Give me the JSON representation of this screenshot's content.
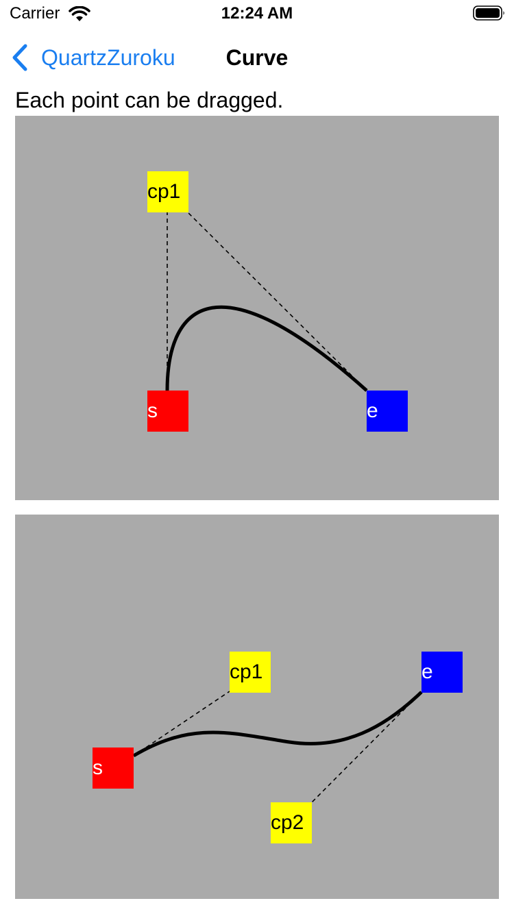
{
  "status_bar": {
    "carrier": "Carrier",
    "time": "12:24 AM"
  },
  "nav": {
    "back_label": "QuartzZuroku",
    "title": "Curve"
  },
  "instructions": "Each point can be dragged.",
  "colors": {
    "accent": "#1a7ef0",
    "canvas_bg": "#aaaaaa",
    "start_point": "#ff0000",
    "end_point": "#0000ff",
    "control_point": "#ffff00"
  },
  "canvases": [
    {
      "kind": "quadratic-curve",
      "start_label": "s",
      "end_label": "e",
      "cp1_label": "cp1"
    },
    {
      "kind": "cubic-curve",
      "start_label": "s",
      "end_label": "e",
      "cp1_label": "cp1",
      "cp2_label": "cp2"
    }
  ]
}
